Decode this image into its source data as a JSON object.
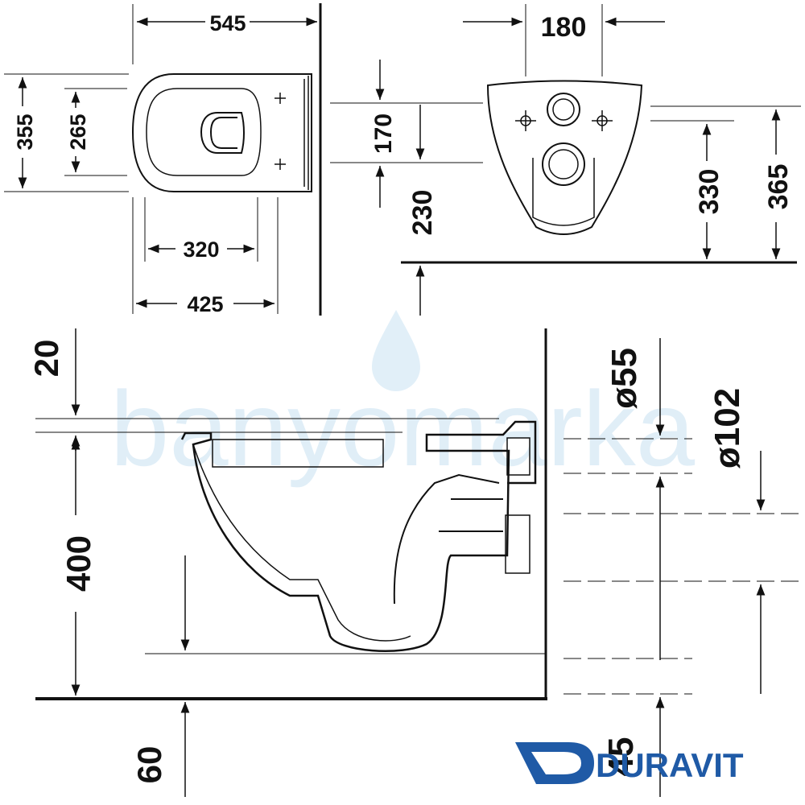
{
  "top_view": {
    "overall_length": "545",
    "overall_width": "355",
    "seat_width": "265",
    "bowl_length": "320",
    "fixing_length": "425"
  },
  "rear_view": {
    "fixing_spacing": "180",
    "fixing_height": "170",
    "outlet_height": "230",
    "center_height": "330",
    "top_height": "365"
  },
  "side_view": {
    "top_offset": "20",
    "rim_height": "400",
    "floor_offset": "60",
    "inlet_diameter": "ø55",
    "outlet_diameter": "ø102",
    "outlet_offset": "45"
  },
  "watermark": "banyomarka",
  "brand": {
    "name": "DURAVIT",
    "color": "#1f5aa6"
  }
}
